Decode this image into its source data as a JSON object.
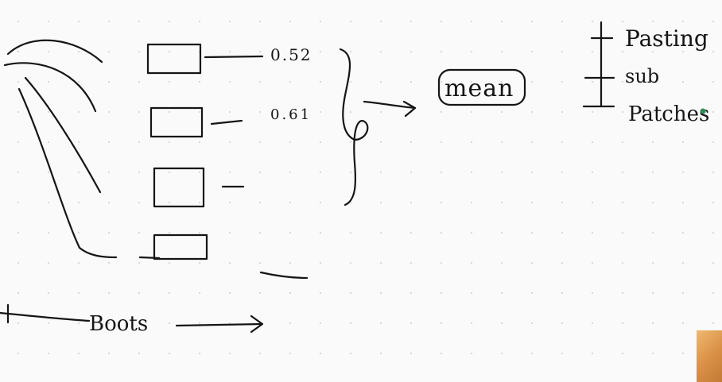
{
  "diagram": {
    "scores": [
      "0.52",
      "0.61"
    ],
    "aggregate_label": "mean",
    "bottom_label": "Boots",
    "methods": [
      "Pasting",
      "sub",
      "Patches"
    ]
  }
}
